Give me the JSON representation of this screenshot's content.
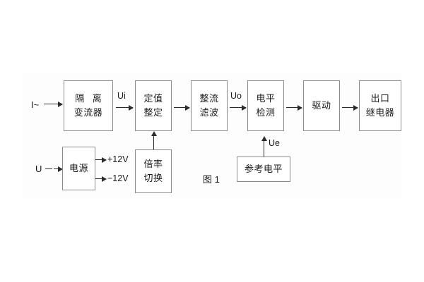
{
  "figure": {
    "caption": "图 1",
    "inputs": {
      "current": "I~",
      "voltage": "U"
    },
    "signal_labels": {
      "ui": "Ui",
      "uo": "Uo",
      "ue": "Ue",
      "pos_supply": "+12V",
      "neg_supply": "−12V"
    },
    "blocks": [
      {
        "id": "isolation-transformer",
        "lines": [
          "隔 离",
          "变流器"
        ]
      },
      {
        "id": "setting-adjustment",
        "lines": [
          "定值",
          "整定"
        ]
      },
      {
        "id": "rectify-filter",
        "lines": [
          "整流",
          "滤波"
        ]
      },
      {
        "id": "level-detection",
        "lines": [
          "电平",
          "检测"
        ]
      },
      {
        "id": "drive",
        "lines": [
          "驱动"
        ]
      },
      {
        "id": "output-relay",
        "lines": [
          "出口",
          "继电器"
        ]
      },
      {
        "id": "power-supply",
        "lines": [
          "电源"
        ]
      },
      {
        "id": "multiplier-switching",
        "lines": [
          "倍率",
          "切换"
        ]
      },
      {
        "id": "reference-level",
        "lines": [
          "参考电平"
        ]
      }
    ]
  },
  "colors": {
    "block_border": "#8a8a8a",
    "line": "#2b2b2b",
    "text": "#1a1a1a",
    "background": "#ffffff"
  }
}
